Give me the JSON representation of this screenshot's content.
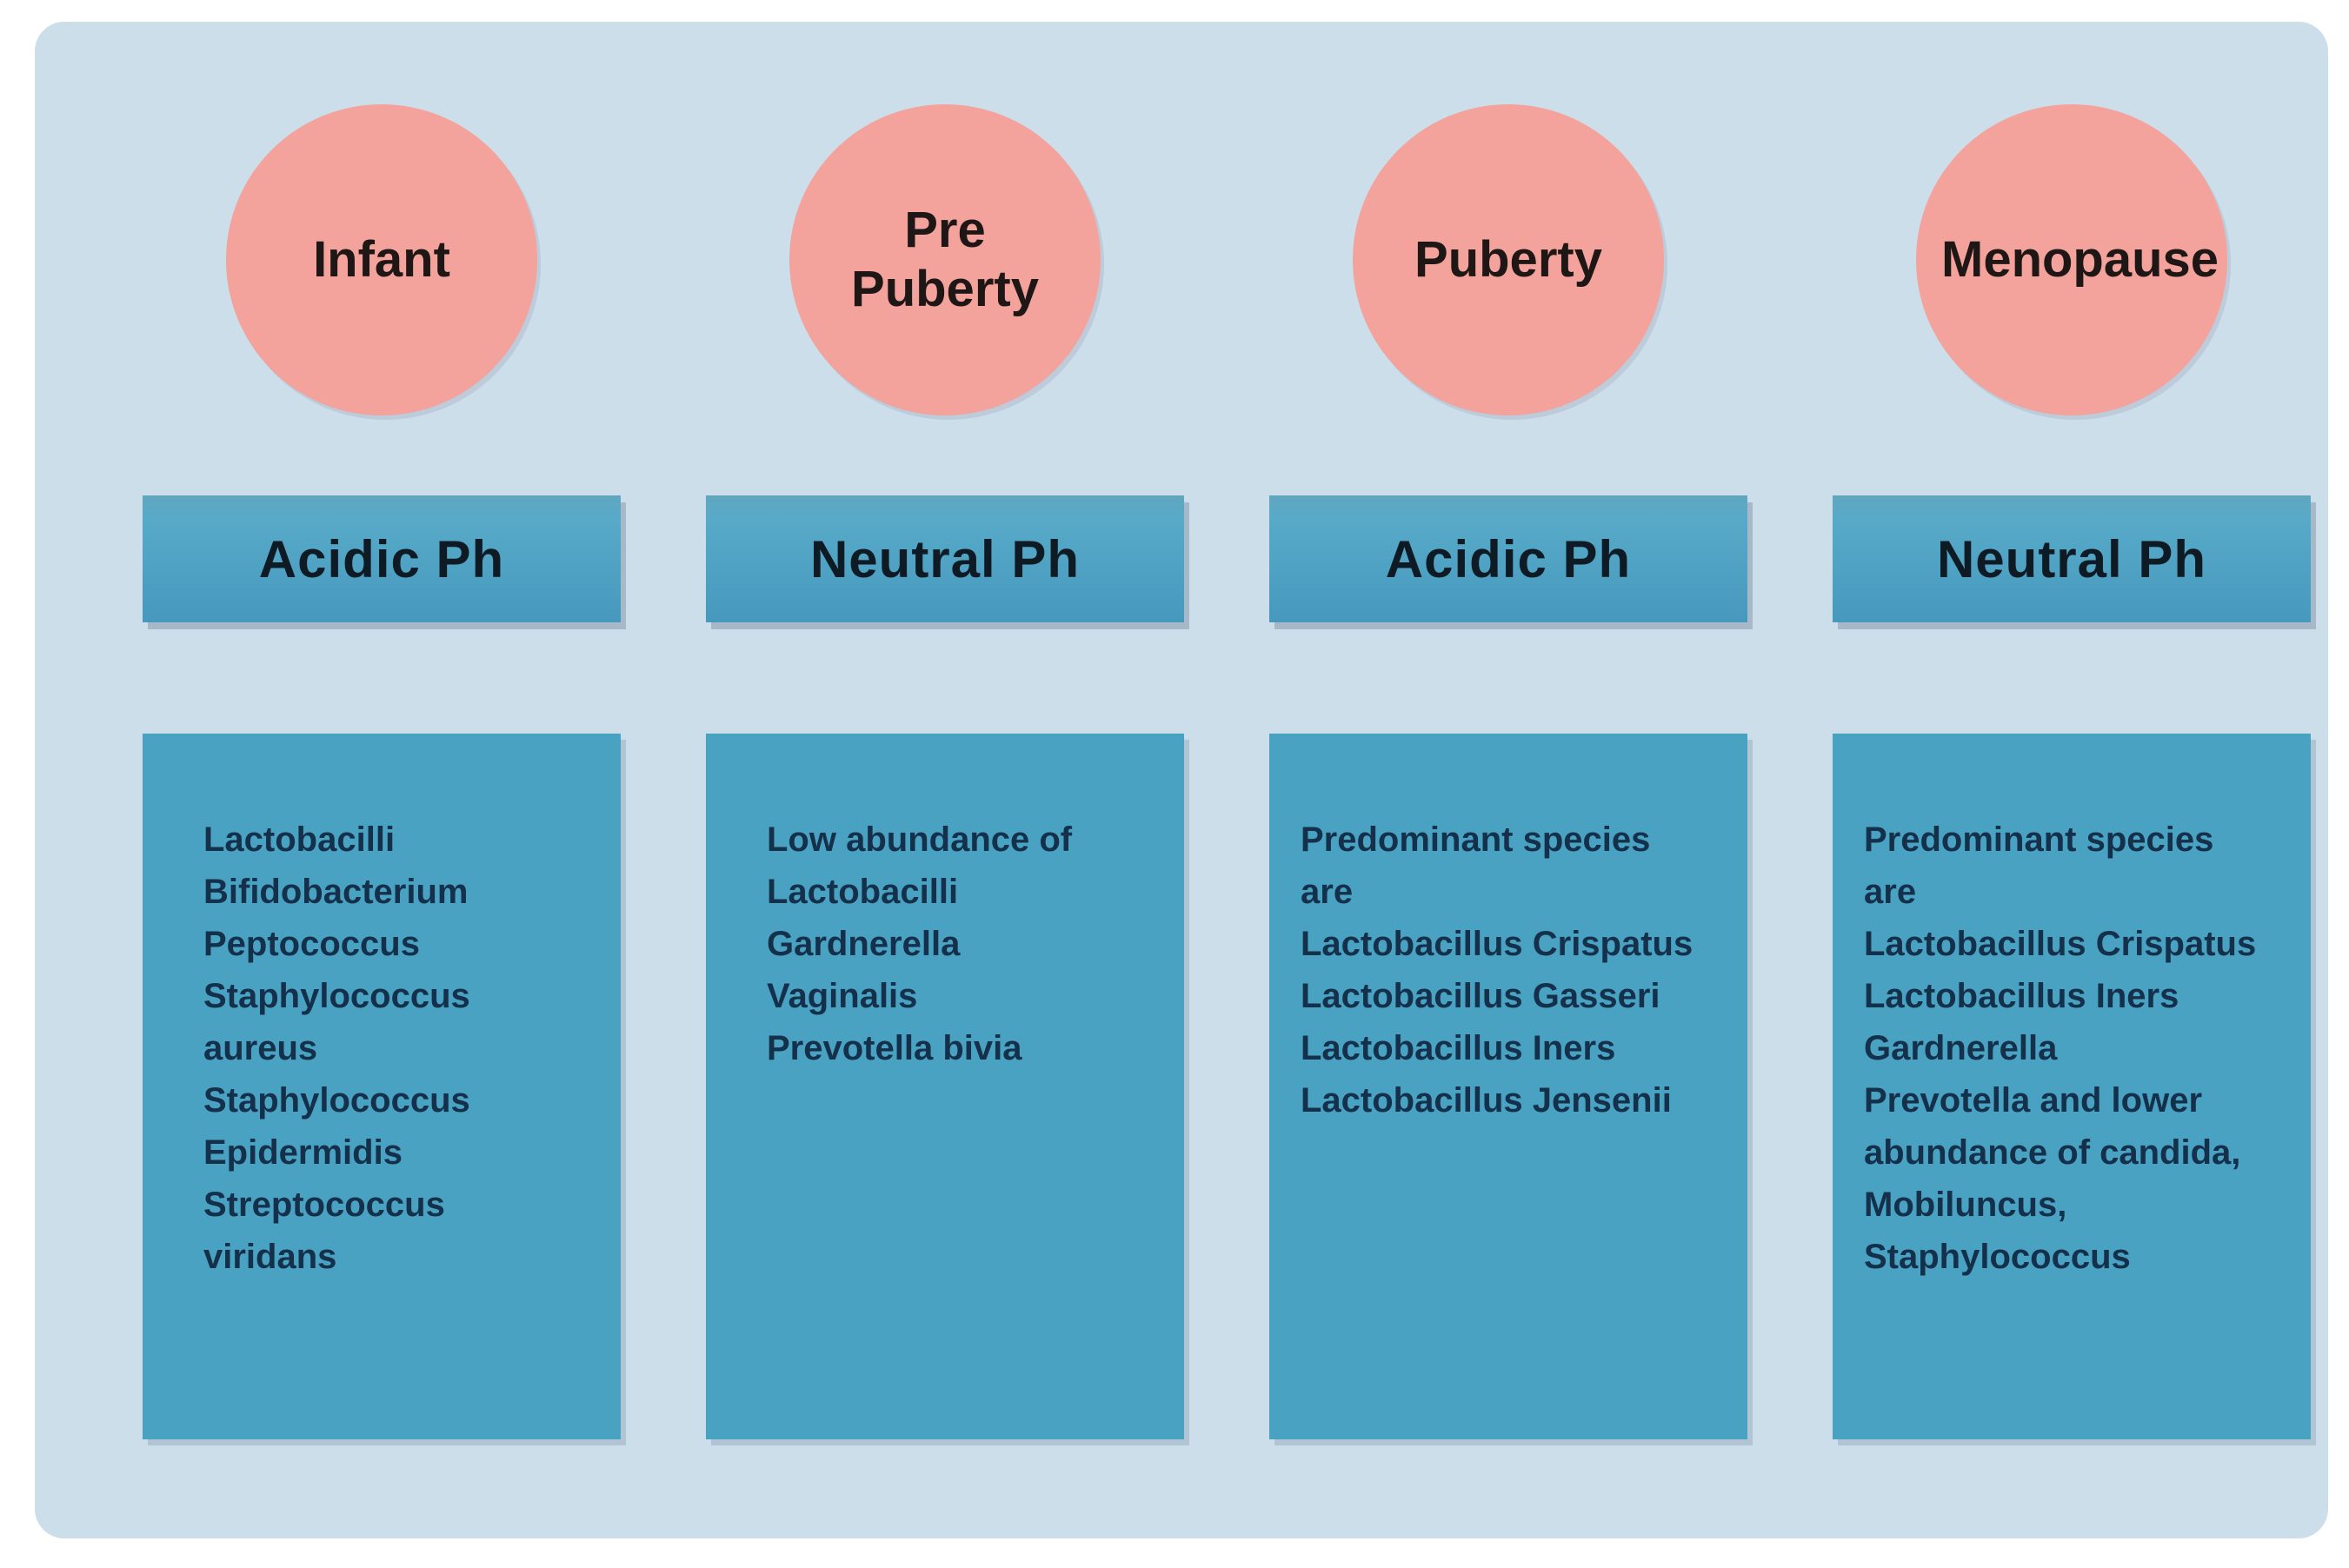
{
  "colors": {
    "page_background": "#ffffff",
    "panel_background": "#cddeeb",
    "circle_fill": "#f3a29c",
    "banner_fill": "#4a9fc2",
    "box_fill": "#4aa2c3",
    "circle_text": "#1e1715",
    "banner_text": "#0e1b24",
    "box_text": "#14304a"
  },
  "columns": [
    {
      "stage": "Infant",
      "ph": "Acidic Ph",
      "species_lines": [
        "Lactobacilli",
        "Bifidobacterium",
        "Peptococcus",
        "Staphylococcus",
        "aureus",
        "Staphylococcus",
        "Epidermidis",
        "Streptococcus",
        "viridans"
      ]
    },
    {
      "stage": "Pre Puberty",
      "ph": "Neutral Ph",
      "species_lines": [
        "Low abundance of",
        "Lactobacilli",
        "Gardnerella",
        "Vaginalis",
        "Prevotella bivia"
      ]
    },
    {
      "stage": "Puberty",
      "ph": "Acidic Ph",
      "species_lines": [
        "Predominant species",
        "are",
        "Lactobacillus Crispatus",
        "Lactobacillus Gasseri",
        "Lactobacillus Iners",
        "Lactobacillus Jensenii"
      ]
    },
    {
      "stage": "Menopause",
      "ph": "Neutral Ph",
      "species_lines": [
        "Predominant species",
        "are",
        "Lactobacillus Crispatus",
        "Lactobacillus Iners",
        "Gardnerella",
        "Prevotella and lower",
        "abundance of candida,",
        "Mobiluncus,",
        "Staphylococcus"
      ]
    }
  ]
}
